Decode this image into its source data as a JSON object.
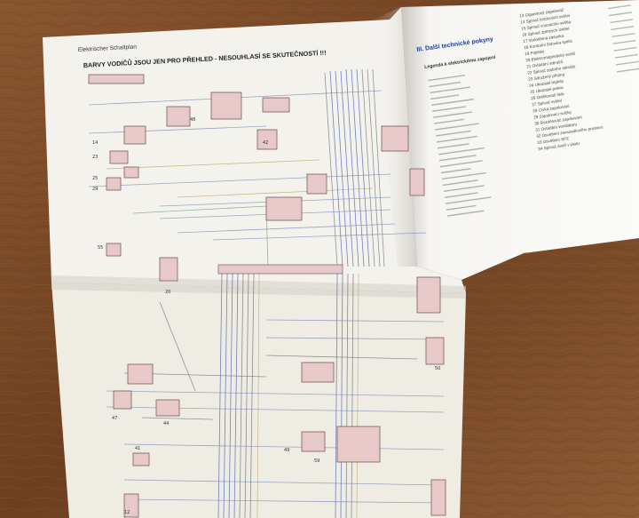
{
  "left_page": {
    "header": "Elektrischer Schaltplan",
    "title": "BARVY VODIČŮ JSOU JEN PRO PŘEHLED - NESOUHLASÍ SE SKUTEČNOSTÍ !!!"
  },
  "right_page": {
    "heading": "III. Další technické pokyny",
    "subheading": "Legenda k elektrickému zapojení",
    "col2_items": [
      "13 Cigaretový zapalovač",
      "14 Spínač brzdových světel",
      "15 Spínač couvacího světla",
      "16 Spínač zpětných světel",
      "17 Vodotěsná zásuvka",
      "18 Kontrolní žárovka sytiče",
      "19 Pojistky",
      "20 Elektromagnetický ventil",
      "21 Ovládání stěračů",
      "22 Spínač zadního stěrače",
      "23 Sdružený přístroj",
      "24 Ukazatel teploty",
      "25 Ukazatel paliva",
      "26 Ostřikovač skla",
      "27 Spínač světel",
      "28 Cívka zapalování",
      "29 Zapalovací svíčky",
      "30 Rozdělovač zapalování",
      "31 Ovládání ventilátoru",
      "32 Osvětlení zavazadlového prostoru",
      "33 Osvětlení SPZ",
      "34 Spínač dveří v plotu"
    ]
  },
  "colors": {
    "table": "#7a4a26",
    "paper": "#f4f2ed",
    "wire_blue": "#5a6fb2",
    "component_pink": "#e8c9c9",
    "title_text": "#1d1d1d"
  }
}
